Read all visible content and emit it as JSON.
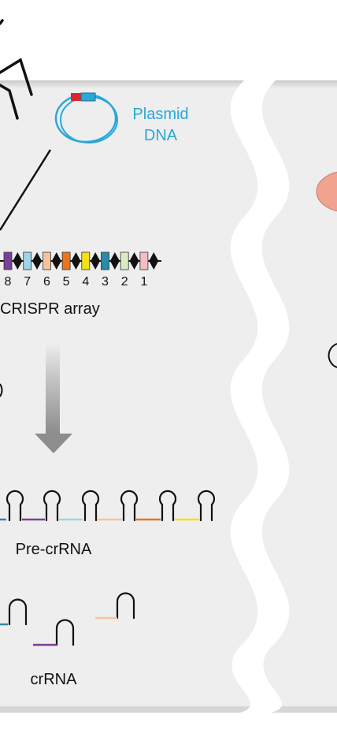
{
  "plasmid": {
    "label_line1": "Plasmid",
    "label_line2": "DNA"
  },
  "crispr_array": {
    "label": "CRISPR array",
    "spacers": [
      {
        "number": "8",
        "color": "#7b3f98"
      },
      {
        "number": "7",
        "color": "#9fd3e8"
      },
      {
        "number": "6",
        "color": "#f5c3a0"
      },
      {
        "number": "5",
        "color": "#e8761e"
      },
      {
        "number": "4",
        "color": "#f2e11b"
      },
      {
        "number": "3",
        "color": "#2a8aa8"
      },
      {
        "number": "2",
        "color": "#d9ebc3"
      },
      {
        "number": "1",
        "color": "#f2c0c4"
      }
    ],
    "repeat_color": "#111111"
  },
  "pre_crrna": {
    "label": "Pre-crRNA"
  },
  "crrna": {
    "label": "crRNA"
  },
  "colors": {
    "background": "#eeeeee",
    "panel_edge": "#d4d4d4",
    "plasmid_blue": "#2aa7d6",
    "plasmid_red": "#e02431",
    "arrow_gray": "#9a9a9a",
    "right_shape": "#f1a38f"
  }
}
